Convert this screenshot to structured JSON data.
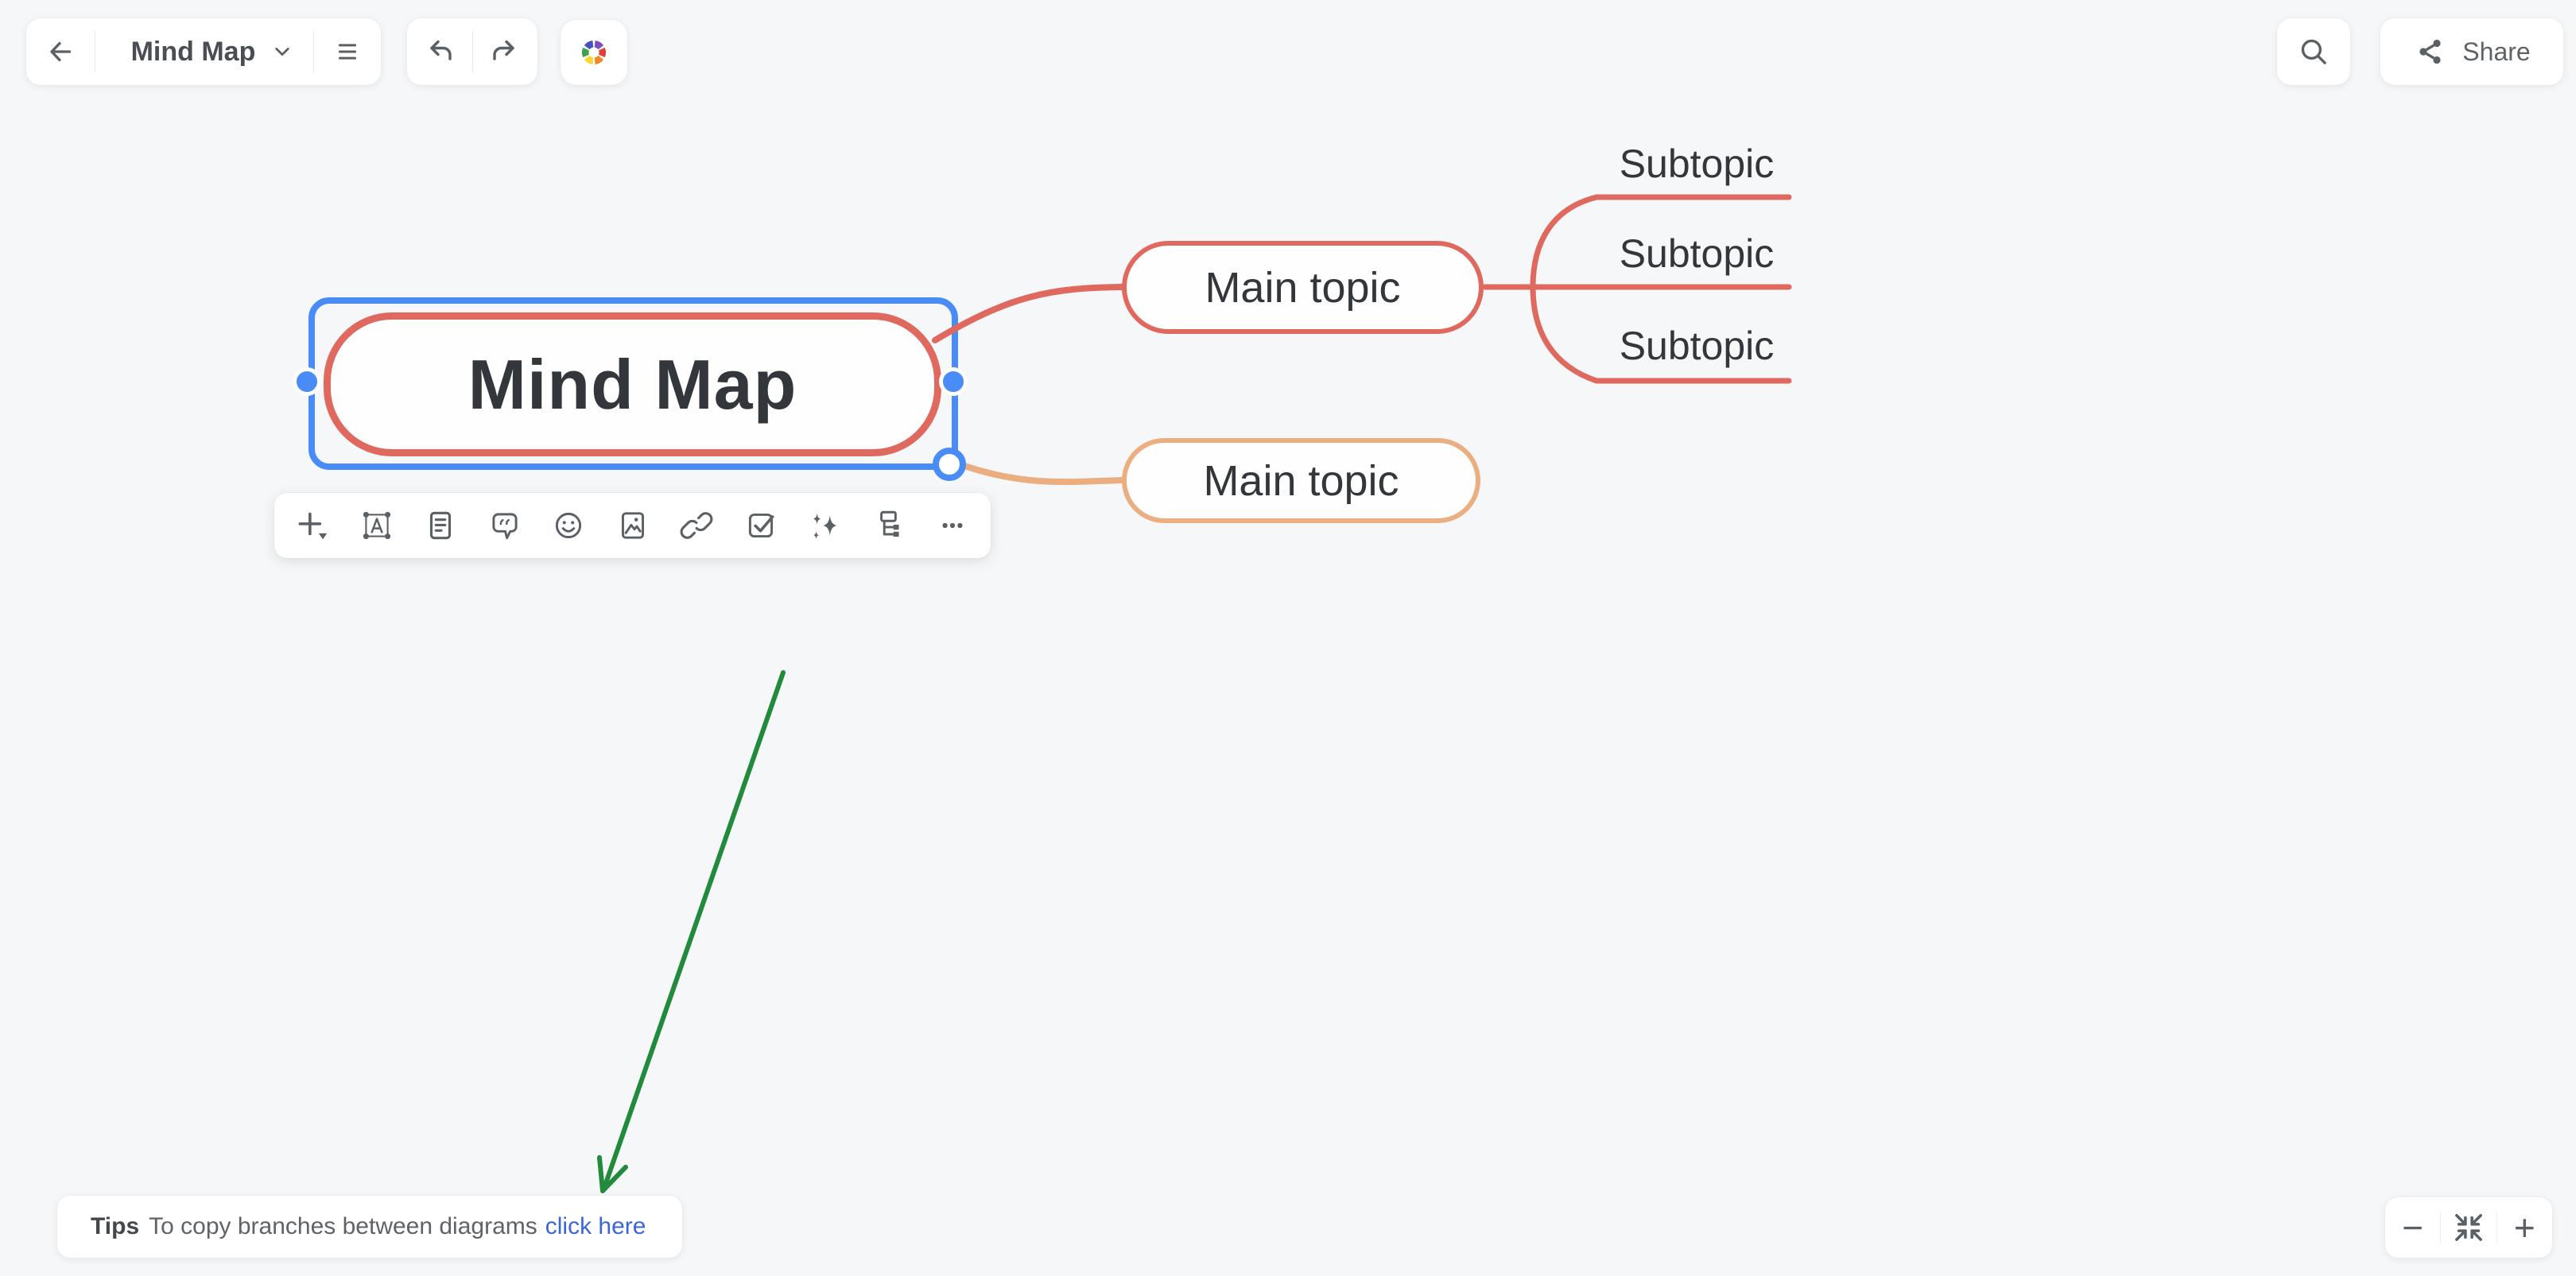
{
  "topbar": {
    "title": "Mind Map",
    "share": "Share"
  },
  "mindmap": {
    "root": "Mind Map",
    "main_topics": [
      "Main topic",
      "Main topic"
    ],
    "subtopics": [
      "Subtopic",
      "Subtopic",
      "Subtopic"
    ]
  },
  "node_toolbar": {
    "icons": [
      "add-node",
      "text-frame",
      "note",
      "comment",
      "emoji",
      "image",
      "link",
      "task-checkbox",
      "ai-sparkles",
      "tree-structure",
      "more"
    ]
  },
  "tips": {
    "label": "Tips",
    "message": "To copy branches between diagrams",
    "link": "click here"
  },
  "zoom_controls": {
    "zoom_out": "−",
    "zoom_in": "+"
  },
  "colors": {
    "root_branch_red": "#E0695F",
    "branch_orange": "#EBAE80",
    "selection_blue": "#4A8CF7",
    "arrow_green": "#218A3C",
    "link_blue": "#3B67D6"
  }
}
